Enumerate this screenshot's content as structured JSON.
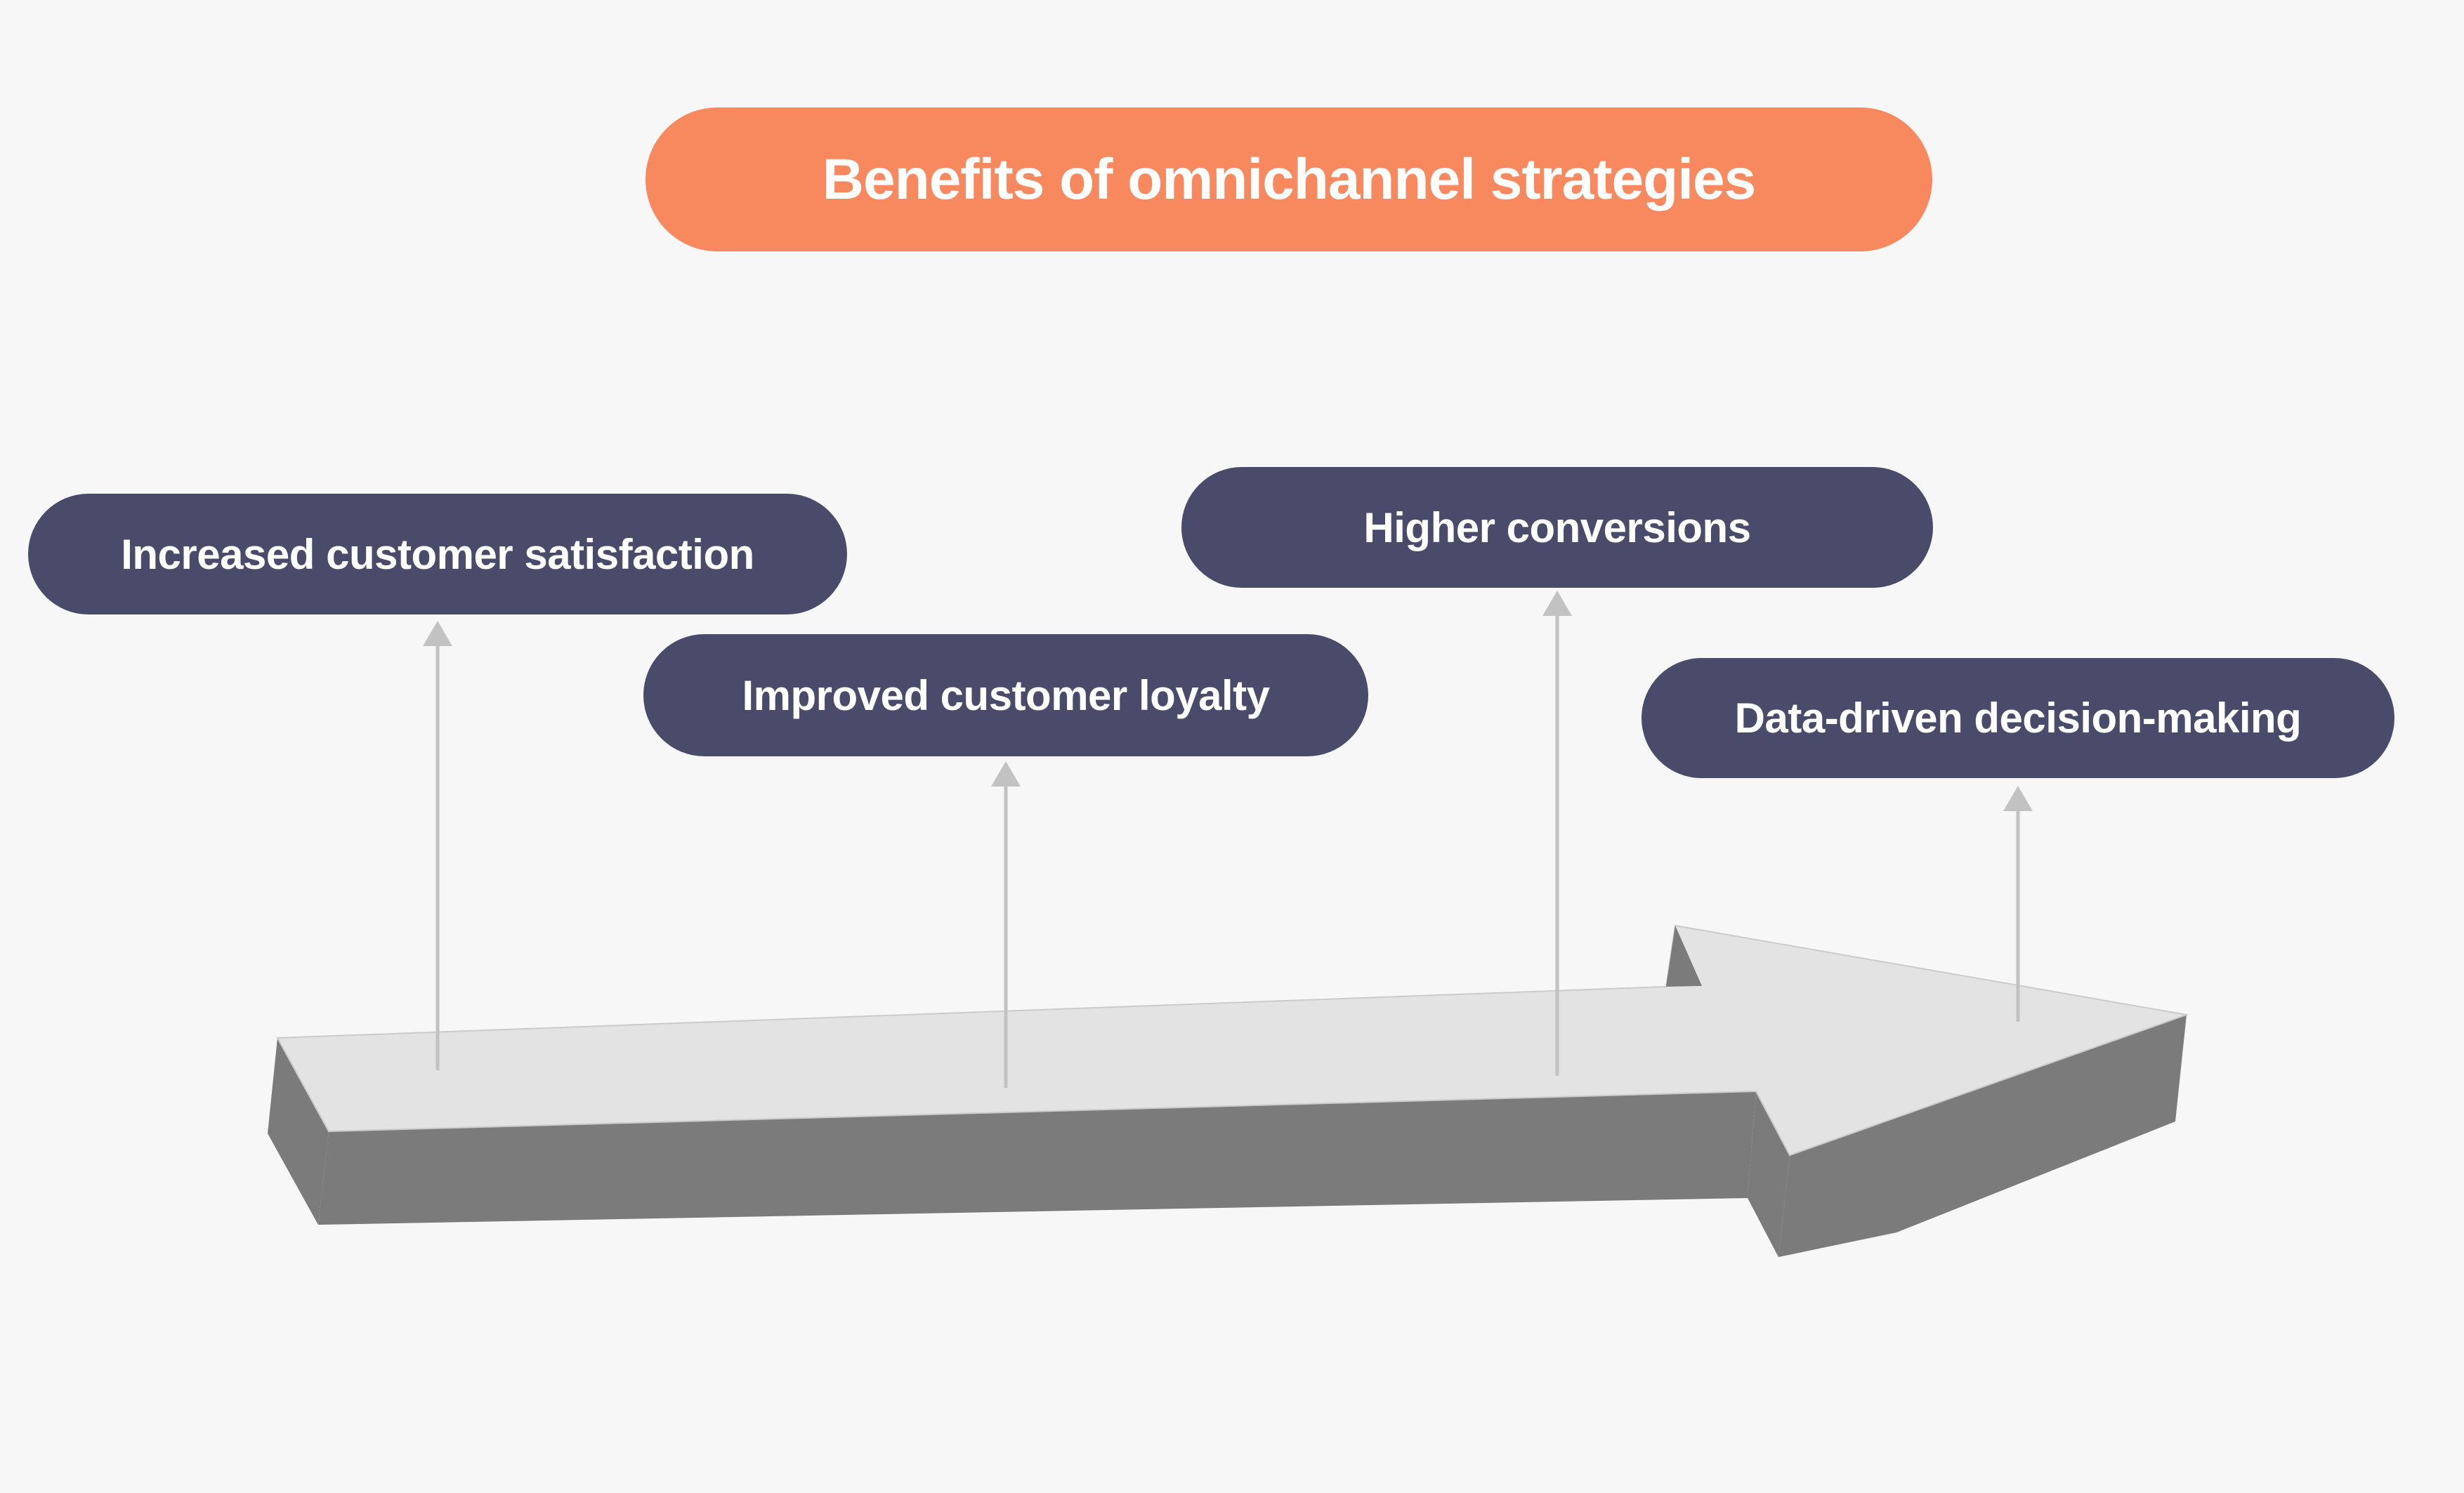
{
  "title_banner": {
    "label": "Benefits of omnichannel strategies"
  },
  "benefits": [
    {
      "label": "Increased customer satisfaction"
    },
    {
      "label": "Improved customer loyalty"
    },
    {
      "label": "Higher conversions"
    },
    {
      "label": "Data-driven decision-making"
    }
  ],
  "icons": {
    "main_shape": "arrow-3d-right",
    "connector": "up-arrow-connector"
  },
  "colors": {
    "background": "#F7F7F7",
    "banner_orange": "#F8895F",
    "pill_slate": "#4A4B6A",
    "pill_text": "#FFFFFF",
    "arrow_top_face": "#E3E3E3",
    "arrow_side_face": "#7B7B7B",
    "arrow_edge_line": "#CBCBCB",
    "connector_gray": "#C2C2C2"
  }
}
